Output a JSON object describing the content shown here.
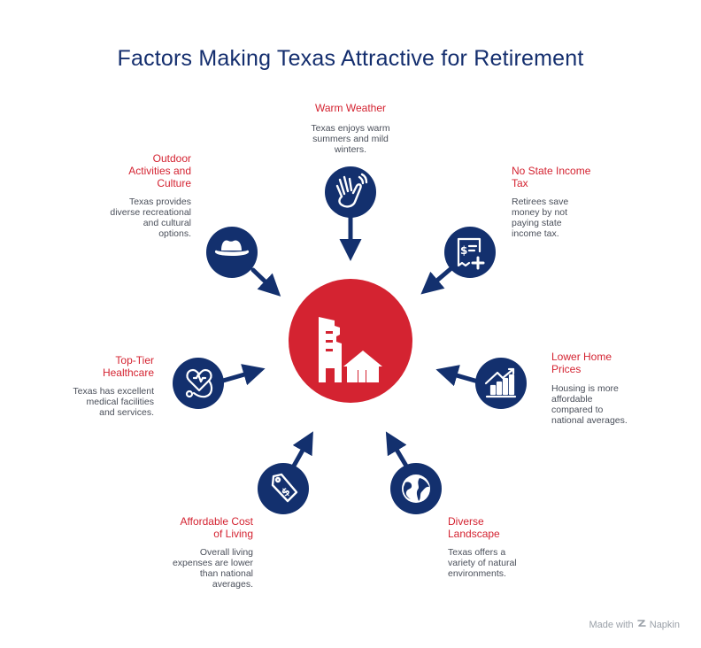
{
  "title": "Factors Making Texas Attractive for Retirement",
  "colors": {
    "navy": "#13306e",
    "red": "#d42331",
    "text": "#4a4f5a"
  },
  "center_icon": "buildings-house-icon",
  "factors": [
    {
      "id": "warm",
      "heading": "Warm Weather",
      "heading_lines": [
        "Warm Weather"
      ],
      "desc_lines": [
        "Texas enjoys warm",
        "summers and mild",
        "winters."
      ],
      "icon": "waving-hand-icon"
    },
    {
      "id": "tax",
      "heading": "No State Income Tax",
      "heading_lines": [
        "No State Income",
        "Tax"
      ],
      "desc_lines": [
        "Retirees save",
        "money by not",
        "paying state",
        "income tax."
      ],
      "icon": "receipt-plus-icon"
    },
    {
      "id": "home",
      "heading": "Lower Home Prices",
      "heading_lines": [
        "Lower Home",
        "Prices"
      ],
      "desc_lines": [
        "Housing is more",
        "affordable",
        "compared to",
        "national averages."
      ],
      "icon": "house-chart-icon"
    },
    {
      "id": "landscape",
      "heading": "Diverse Landscape",
      "heading_lines": [
        "Diverse",
        "Landscape"
      ],
      "desc_lines": [
        "Texas offers a",
        "variety of natural",
        "environments."
      ],
      "icon": "globe-icon"
    },
    {
      "id": "cost",
      "heading": "Affordable Cost of Living",
      "heading_lines": [
        "Affordable Cost",
        "of Living"
      ],
      "desc_lines": [
        "Overall living",
        "expenses are lower",
        "than national",
        "averages."
      ],
      "icon": "price-tag-icon"
    },
    {
      "id": "health",
      "heading": "Top-Tier Healthcare",
      "heading_lines": [
        "Top-Tier",
        "Healthcare"
      ],
      "desc_lines": [
        "Texas has excellent",
        "medical facilities",
        "and services."
      ],
      "icon": "stethoscope-heart-icon"
    },
    {
      "id": "outdoor",
      "heading": "Outdoor Activities and Culture",
      "heading_lines": [
        "Outdoor",
        "Activities and",
        "Culture"
      ],
      "desc_lines": [
        "Texas provides",
        "diverse recreational",
        "and cultural",
        "options."
      ],
      "icon": "cowboy-hat-icon"
    }
  ],
  "footer": {
    "made_with": "Made with",
    "brand": "Napkin"
  }
}
